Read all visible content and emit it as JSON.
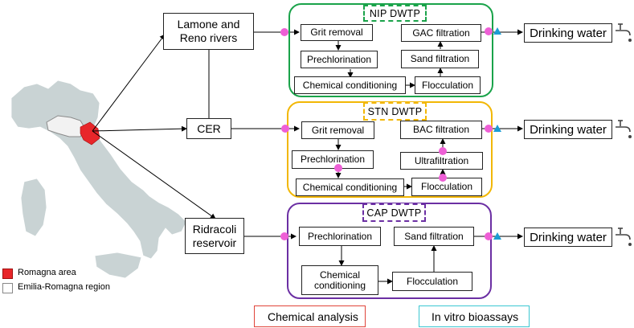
{
  "sources": {
    "lamone": "Lamone and\nReno rivers",
    "cer": "CER",
    "ridracoli": "Ridracoli\nreservoir"
  },
  "plants": {
    "nip": {
      "title": "NIP DWTP",
      "steps": [
        "Grit removal",
        "Prechlorination",
        "Chemical conditioning",
        "Flocculation",
        "Sand filtration",
        "GAC filtration"
      ],
      "color": "#1aa34a"
    },
    "stn": {
      "title": "STN DWTP",
      "steps": [
        "Grit removal",
        "Prechlorination",
        "Chemical conditioning",
        "Flocculation",
        "Ultrafiltration",
        "BAC filtration"
      ],
      "color": "#f2b705"
    },
    "cap": {
      "title": "CAP DWTP",
      "steps": [
        "Prechlorination",
        "Chemical\nconditioning",
        "Flocculation",
        "Sand filtration"
      ],
      "color": "#6b2fa3"
    }
  },
  "output": "Drinking water",
  "map_legend": {
    "romagna": "Romagna area",
    "emilia": "Emilia-Romagna region",
    "romagna_color": "#e8262a"
  },
  "legend": {
    "chemical": "Chemical analysis",
    "bioassay": "In vitro bioassays",
    "chemical_color": "#ee5fd6",
    "chemical_border": "#e0443a",
    "bioassay_color": "#1b9cd3",
    "bioassay_border": "#3cc7d2"
  }
}
